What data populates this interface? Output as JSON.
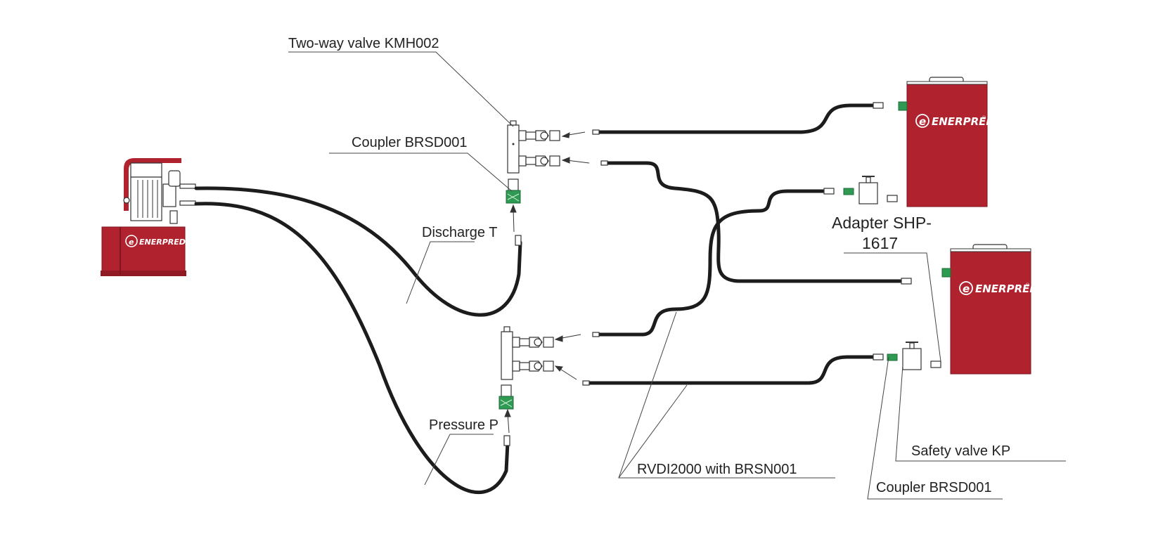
{
  "labels": {
    "two_way_valve": "Two-way valve KMH002",
    "coupler_top": "Coupler BRSD001",
    "discharge": "Discharge T",
    "pressure": "Pressure P",
    "adapter_line1": "Adapter SHP-",
    "adapter_line2": "1617",
    "rvdi": "RVDI2000 with BRSN001",
    "safety_valve": "Safety valve KP",
    "coupler_bottom": "Coupler BRSD001"
  },
  "brand": {
    "name": "ENERPRED",
    "mark": "®"
  },
  "colors": {
    "brand_red": "#b0222e",
    "hose": "#1c1c1c",
    "coupler_green": "#2e9a52",
    "line": "#444444"
  }
}
